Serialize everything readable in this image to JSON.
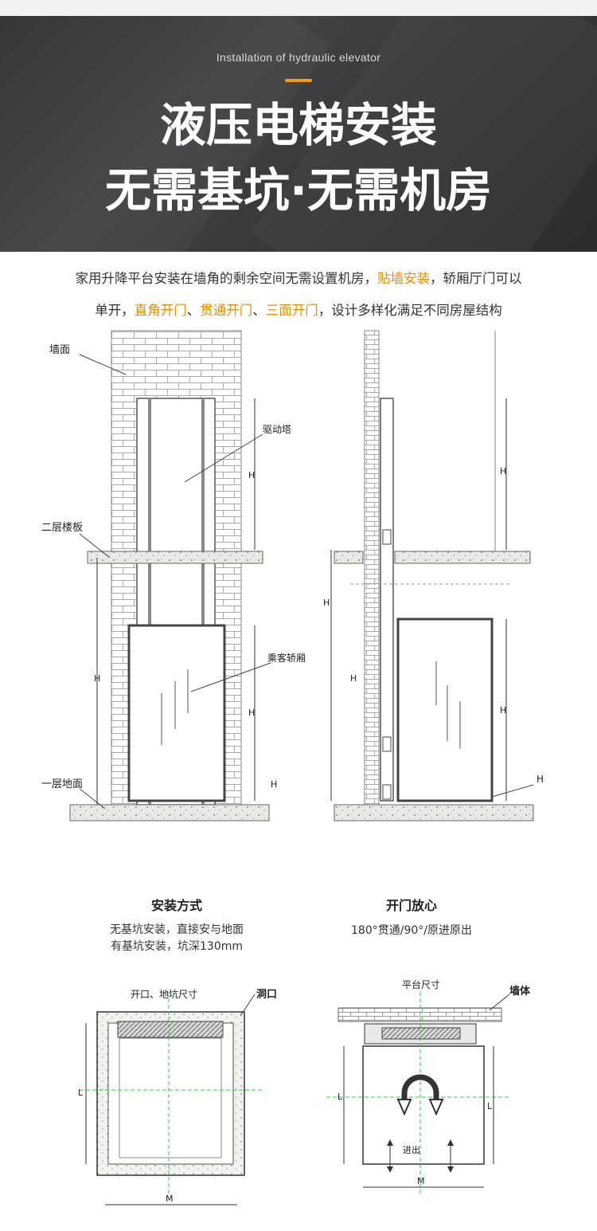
{
  "hero": {
    "subtitle": "Installation of hydraulic elevator",
    "title_line1": "液压电梯安装",
    "title_line2": "无需基坑·无需机房",
    "accent_color": "#f39c12"
  },
  "intro": {
    "line1_a": "家用升降平台安装在墙角的剩余空间无需设置机房，",
    "line1_hl": "贴墙安装",
    "line1_b": "，轿厢厅门可以",
    "line2_a": "单开，",
    "line2_hl1": "直角开门",
    "line2_sep1": "、",
    "line2_hl2": "贯通开门",
    "line2_sep2": "、",
    "line2_hl3": "三面开门",
    "line2_b": "，设计多样化满足不同房屋结构",
    "highlight_color": "#f08c00"
  },
  "elevation": {
    "wall": "墙面",
    "drive_tower": "驱动塔",
    "second_floor": "二层楼板",
    "cabin": "乘客轿厢",
    "first_floor": "一层地面",
    "dim": "H"
  },
  "install": {
    "title": "安装方式",
    "line1": "无基坑安装，直接安与地面",
    "line2": "有基坑安装，坑深130mm"
  },
  "door": {
    "title": "开门放心",
    "line1": "180°贯通/90°/原进原出"
  },
  "plan_left": {
    "opening": "开口、地坑尺寸",
    "hole": "洞口",
    "dim_m": "M",
    "dim_l": "L"
  },
  "plan_right": {
    "platform": "平台尺寸",
    "wall": "墙体",
    "entry": "进出",
    "dim_m": "M",
    "dim_l": "L"
  }
}
